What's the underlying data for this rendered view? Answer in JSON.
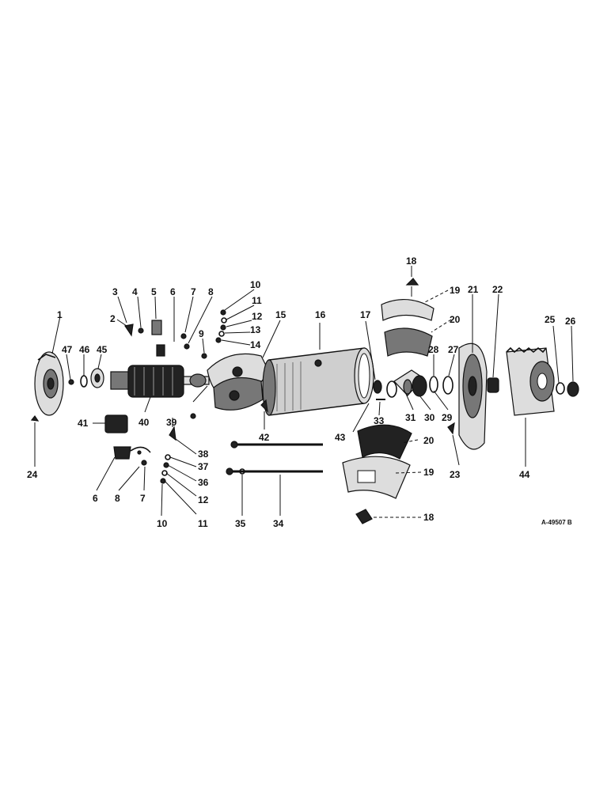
{
  "diagram": {
    "reference_code": "A-49507 B",
    "callouts": {
      "c1": "1",
      "c2": "2",
      "c3": "3",
      "c4": "4",
      "c5": "5",
      "c6a": "6",
      "c6b": "6",
      "c7a": "7",
      "c7b": "7",
      "c8a": "8",
      "c8b": "8",
      "c9": "9",
      "c10a": "10",
      "c10b": "10",
      "c11a": "11",
      "c11b": "11",
      "c12a": "12",
      "c12b": "12",
      "c13": "13",
      "c14": "14",
      "c15": "15",
      "c16": "16",
      "c17": "17",
      "c18a": "18",
      "c18b": "18",
      "c19a": "19",
      "c19b": "19",
      "c20a": "20",
      "c20b": "20",
      "c21": "21",
      "c22": "22",
      "c23": "23",
      "c24": "24",
      "c25": "25",
      "c26": "26",
      "c27": "27",
      "c28": "28",
      "c29": "29",
      "c30": "30",
      "c31": "31",
      "c33": "33",
      "c34": "34",
      "c35": "35",
      "c36": "36",
      "c37": "37",
      "c38": "38",
      "c39": "39",
      "c40": "40",
      "c41": "41",
      "c42": "42",
      "c43": "43",
      "c44": "44",
      "c45": "45",
      "c46": "46",
      "c47": "47"
    }
  }
}
